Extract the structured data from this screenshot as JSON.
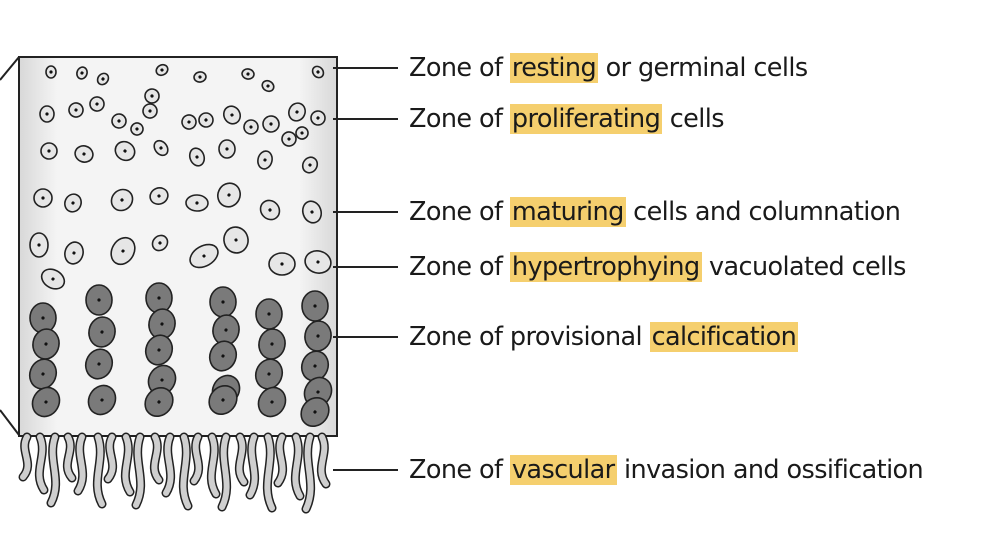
{
  "zones": [
    {
      "prefix": "Zone of ",
      "highlight": "resting",
      "suffix": " or germinal cells"
    },
    {
      "prefix": "Zone of ",
      "highlight": "proliferating",
      "suffix": " cells"
    },
    {
      "prefix": "Zone of ",
      "highlight": "maturing",
      "suffix": " cells and columnation"
    },
    {
      "prefix": "Zone of ",
      "highlight": "hypertrophying",
      "suffix": " vacuolated cells"
    },
    {
      "prefix": "Zone of provisional ",
      "highlight": "calcification",
      "suffix": ""
    },
    {
      "prefix": "Zone of ",
      "highlight": "vascular",
      "suffix": " invasion and ossification"
    }
  ],
  "colors": {
    "highlight": "#f5cf6e",
    "cell_light": "#e6e6e6",
    "cell_dark": "#7a7a7a",
    "vessel": "#cfcfcf",
    "outline": "#222222"
  }
}
